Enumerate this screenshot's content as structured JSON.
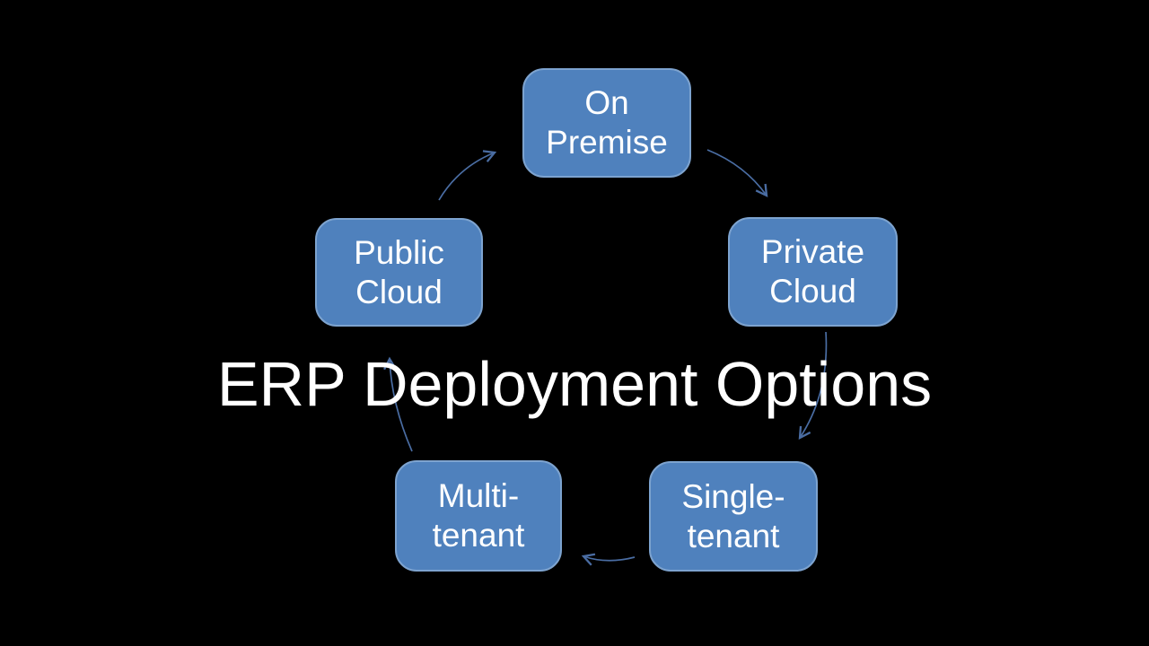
{
  "slide": {
    "title": "ERP Deployment Options",
    "background_color": "#000000",
    "title_color": "#ffffff"
  },
  "diagram": {
    "type": "cycle",
    "direction": "clockwise",
    "node_fill_color": "#4f81bd",
    "node_border_color": "#7da3cf",
    "node_text_color": "#ffffff",
    "arrow_color": "#4a6da3",
    "nodes": [
      {
        "id": "on-premise",
        "label": "On Premise",
        "lines": [
          "On",
          "Premise"
        ]
      },
      {
        "id": "private-cloud",
        "label": "Private Cloud",
        "lines": [
          "Private",
          "Cloud"
        ]
      },
      {
        "id": "single-tenant",
        "label": "Single-tenant",
        "lines": [
          "Single-",
          "tenant"
        ]
      },
      {
        "id": "multi-tenant",
        "label": "Multi-tenant",
        "lines": [
          "Multi-",
          "tenant"
        ]
      },
      {
        "id": "public-cloud",
        "label": "Public Cloud",
        "lines": [
          "Public",
          "Cloud"
        ]
      }
    ],
    "connections": [
      {
        "from": "On Premise",
        "to": "Private Cloud"
      },
      {
        "from": "Private Cloud",
        "to": "Single-tenant"
      },
      {
        "from": "Single-tenant",
        "to": "Multi-tenant"
      },
      {
        "from": "Multi-tenant",
        "to": "Public Cloud"
      },
      {
        "from": "Public Cloud",
        "to": "On Premise"
      }
    ]
  }
}
